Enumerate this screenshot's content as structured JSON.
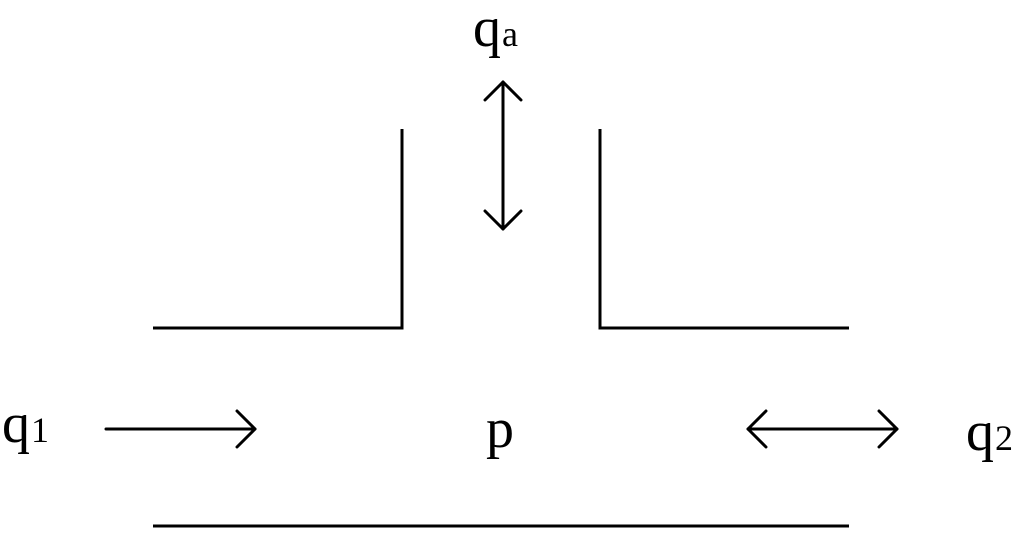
{
  "labels": {
    "qa": {
      "base": "q",
      "sub": "a"
    },
    "q1": {
      "base": "q",
      "sub": "1"
    },
    "q2": {
      "base": "q",
      "sub": "2"
    },
    "p": "p"
  },
  "colors": {
    "stroke": "#000000",
    "background": "#ffffff"
  }
}
